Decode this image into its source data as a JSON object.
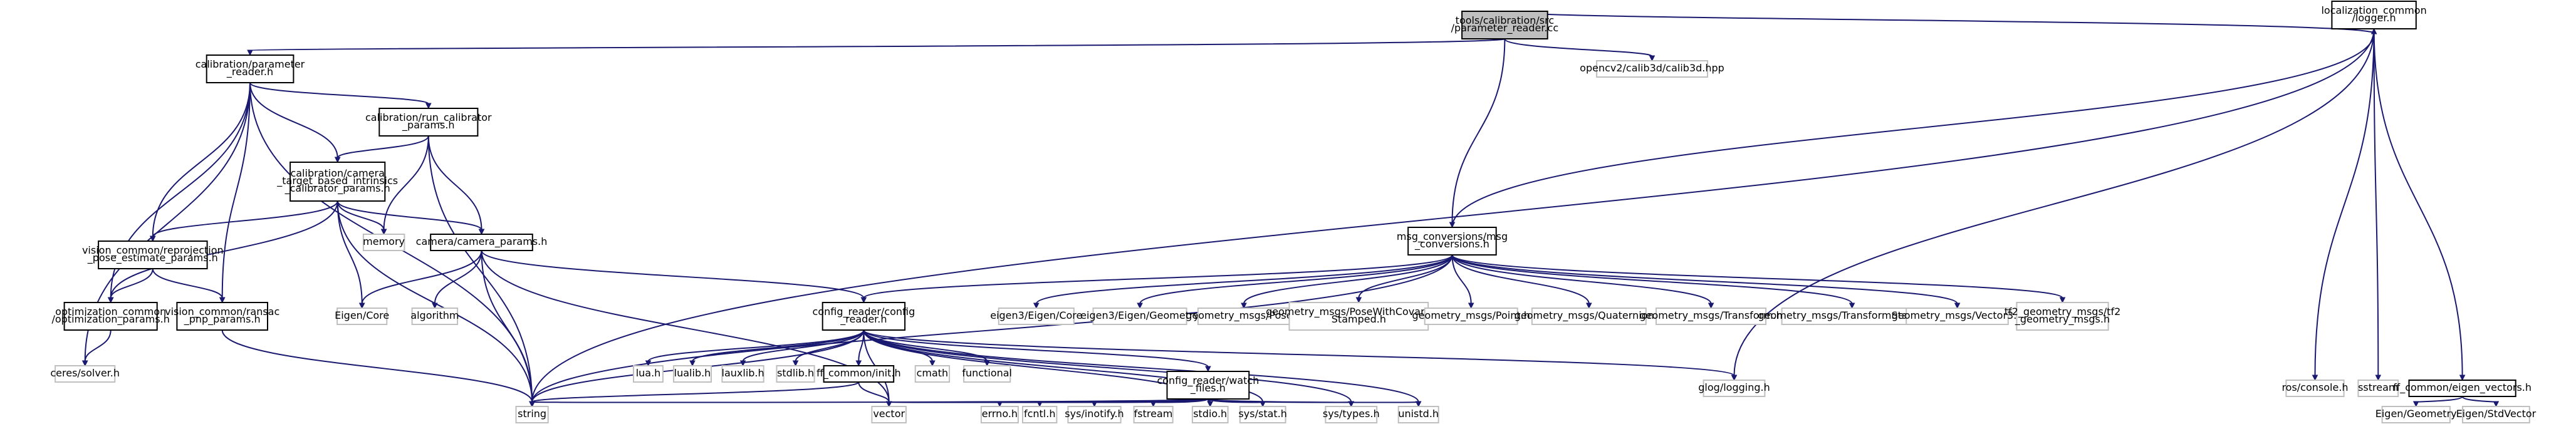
{
  "graph": {
    "root": "root",
    "nodes": [
      {
        "id": "root",
        "lines": [
          "tools/calibration/src",
          "/parameter_reader.cc"
        ],
        "kind": "root"
      },
      {
        "id": "param_reader",
        "lines": [
          "calibration/parameter",
          "_reader.h"
        ],
        "kind": "header"
      },
      {
        "id": "opencv",
        "lines": [
          "opencv2/calib3d/calib3d.hpp"
        ],
        "kind": "external"
      },
      {
        "id": "msg_conv",
        "lines": [
          "msg_conversions/msg",
          "_conversions.h"
        ],
        "kind": "header"
      },
      {
        "id": "loc_logger",
        "lines": [
          "localization_common",
          "/logger.h"
        ],
        "kind": "header"
      },
      {
        "id": "run_cal",
        "lines": [
          "calibration/run_calibrator",
          "_params.h"
        ],
        "kind": "header"
      },
      {
        "id": "cam_target",
        "lines": [
          "calibration/camera",
          "_target_based_intrinsics",
          "_calibrator_params.h"
        ],
        "kind": "header"
      },
      {
        "id": "memory",
        "lines": [
          "memory"
        ],
        "kind": "external"
      },
      {
        "id": "cam_params",
        "lines": [
          "camera/camera_params.h"
        ],
        "kind": "header"
      },
      {
        "id": "vc_reproj",
        "lines": [
          "vision_common/reprojection",
          "_pose_estimate_params.h"
        ],
        "kind": "header"
      },
      {
        "id": "opt_common",
        "lines": [
          "optimization_common",
          "/optimization_params.h"
        ],
        "kind": "header"
      },
      {
        "id": "vc_ransac",
        "lines": [
          "vision_common/ransac",
          "_pnp_params.h"
        ],
        "kind": "header"
      },
      {
        "id": "eigen_core",
        "lines": [
          "Eigen/Core"
        ],
        "kind": "external"
      },
      {
        "id": "algorithm",
        "lines": [
          "algorithm"
        ],
        "kind": "external"
      },
      {
        "id": "ceres",
        "lines": [
          "ceres/solver.h"
        ],
        "kind": "external"
      },
      {
        "id": "string",
        "lines": [
          "string"
        ],
        "kind": "external"
      },
      {
        "id": "config_reader",
        "lines": [
          "config_reader/config",
          "_reader.h"
        ],
        "kind": "header"
      },
      {
        "id": "eigen3_core",
        "lines": [
          "eigen3/Eigen/Core"
        ],
        "kind": "external"
      },
      {
        "id": "eigen3_geom",
        "lines": [
          "eigen3/Eigen/Geometry"
        ],
        "kind": "external"
      },
      {
        "id": "gm_pose",
        "lines": [
          "geometry_msgs/Pose.h"
        ],
        "kind": "external"
      },
      {
        "id": "gm_pwcs",
        "lines": [
          "geometry_msgs/PoseWithCovariance",
          "Stamped.h"
        ],
        "kind": "external"
      },
      {
        "id": "gm_point",
        "lines": [
          "geometry_msgs/Point.h"
        ],
        "kind": "external"
      },
      {
        "id": "gm_quat",
        "lines": [
          "geometry_msgs/Quaternion.h"
        ],
        "kind": "external"
      },
      {
        "id": "gm_transform",
        "lines": [
          "geometry_msgs/Transform.h"
        ],
        "kind": "external"
      },
      {
        "id": "gm_tstamped",
        "lines": [
          "geometry_msgs/TransformStamped.h"
        ],
        "kind": "external"
      },
      {
        "id": "gm_vector3",
        "lines": [
          "geometry_msgs/Vector3.h"
        ],
        "kind": "external"
      },
      {
        "id": "tf2",
        "lines": [
          "tf2_geometry_msgs/tf2",
          "_geometry_msgs.h"
        ],
        "kind": "external"
      },
      {
        "id": "lua",
        "lines": [
          "lua.h"
        ],
        "kind": "external"
      },
      {
        "id": "lualib",
        "lines": [
          "lualib.h"
        ],
        "kind": "external"
      },
      {
        "id": "lauxlib",
        "lines": [
          "lauxlib.h"
        ],
        "kind": "external"
      },
      {
        "id": "stdlib",
        "lines": [
          "stdlib.h"
        ],
        "kind": "external"
      },
      {
        "id": "ff_init",
        "lines": [
          "ff_common/init.h"
        ],
        "kind": "header"
      },
      {
        "id": "cmath",
        "lines": [
          "cmath"
        ],
        "kind": "external"
      },
      {
        "id": "functional",
        "lines": [
          "functional"
        ],
        "kind": "external"
      },
      {
        "id": "watch_files",
        "lines": [
          "config_reader/watch",
          "_files.h"
        ],
        "kind": "header"
      },
      {
        "id": "glog",
        "lines": [
          "glog/logging.h"
        ],
        "kind": "external"
      },
      {
        "id": "ros_console",
        "lines": [
          "ros/console.h"
        ],
        "kind": "external"
      },
      {
        "id": "sstream",
        "lines": [
          "sstream"
        ],
        "kind": "external"
      },
      {
        "id": "ff_eigen",
        "lines": [
          "ff_common/eigen_vectors.h"
        ],
        "kind": "header"
      },
      {
        "id": "vector",
        "lines": [
          "vector"
        ],
        "kind": "external"
      },
      {
        "id": "errno",
        "lines": [
          "errno.h"
        ],
        "kind": "external"
      },
      {
        "id": "fcntl",
        "lines": [
          "fcntl.h"
        ],
        "kind": "external"
      },
      {
        "id": "inotify",
        "lines": [
          "sys/inotify.h"
        ],
        "kind": "external"
      },
      {
        "id": "fstream",
        "lines": [
          "fstream"
        ],
        "kind": "external"
      },
      {
        "id": "stdio",
        "lines": [
          "stdio.h"
        ],
        "kind": "external"
      },
      {
        "id": "sys_stat",
        "lines": [
          "sys/stat.h"
        ],
        "kind": "external"
      },
      {
        "id": "sys_types",
        "lines": [
          "sys/types.h"
        ],
        "kind": "external"
      },
      {
        "id": "unistd",
        "lines": [
          "unistd.h"
        ],
        "kind": "external"
      },
      {
        "id": "eigen_geom",
        "lines": [
          "Eigen/Geometry"
        ],
        "kind": "external"
      },
      {
        "id": "eigen_stdvec",
        "lines": [
          "Eigen/StdVector"
        ],
        "kind": "external"
      }
    ],
    "edges": [
      [
        "root",
        "param_reader"
      ],
      [
        "root",
        "opencv"
      ],
      [
        "root",
        "msg_conv"
      ],
      [
        "root",
        "loc_logger"
      ],
      [
        "param_reader",
        "run_cal"
      ],
      [
        "param_reader",
        "cam_target"
      ],
      [
        "param_reader",
        "vc_reproj"
      ],
      [
        "param_reader",
        "opt_common"
      ],
      [
        "param_reader",
        "vc_ransac"
      ],
      [
        "param_reader",
        "ceres"
      ],
      [
        "param_reader",
        "string"
      ],
      [
        "run_cal",
        "cam_target"
      ],
      [
        "run_cal",
        "memory"
      ],
      [
        "run_cal",
        "cam_params"
      ],
      [
        "run_cal",
        "string"
      ],
      [
        "cam_target",
        "cam_params"
      ],
      [
        "cam_target",
        "vc_reproj"
      ],
      [
        "cam_target",
        "opt_common"
      ],
      [
        "cam_target",
        "memory"
      ],
      [
        "cam_target",
        "eigen_core"
      ],
      [
        "cam_target",
        "string"
      ],
      [
        "vc_reproj",
        "opt_common"
      ],
      [
        "vc_reproj",
        "vc_ransac"
      ],
      [
        "opt_common",
        "ceres"
      ],
      [
        "vc_ransac",
        "string"
      ],
      [
        "cam_params",
        "eigen_core"
      ],
      [
        "cam_params",
        "algorithm"
      ],
      [
        "cam_params",
        "string"
      ],
      [
        "cam_params",
        "vector"
      ],
      [
        "cam_params",
        "config_reader"
      ],
      [
        "msg_conv",
        "config_reader"
      ],
      [
        "msg_conv",
        "eigen3_core"
      ],
      [
        "msg_conv",
        "eigen3_geom"
      ],
      [
        "msg_conv",
        "gm_pose"
      ],
      [
        "msg_conv",
        "gm_pwcs"
      ],
      [
        "msg_conv",
        "gm_point"
      ],
      [
        "msg_conv",
        "gm_quat"
      ],
      [
        "msg_conv",
        "gm_transform"
      ],
      [
        "msg_conv",
        "gm_tstamped"
      ],
      [
        "msg_conv",
        "gm_vector3"
      ],
      [
        "msg_conv",
        "tf2"
      ],
      [
        "msg_conv",
        "loc_logger"
      ],
      [
        "msg_conv",
        "string"
      ],
      [
        "config_reader",
        "lua"
      ],
      [
        "config_reader",
        "lualib"
      ],
      [
        "config_reader",
        "lauxlib"
      ],
      [
        "config_reader",
        "stdlib"
      ],
      [
        "config_reader",
        "ff_init"
      ],
      [
        "config_reader",
        "cmath"
      ],
      [
        "config_reader",
        "functional"
      ],
      [
        "config_reader",
        "watch_files"
      ],
      [
        "config_reader",
        "glog"
      ],
      [
        "config_reader",
        "string"
      ],
      [
        "config_reader",
        "vector"
      ],
      [
        "config_reader",
        "stdio"
      ],
      [
        "config_reader",
        "sys_stat"
      ],
      [
        "config_reader",
        "sys_types"
      ],
      [
        "config_reader",
        "unistd"
      ],
      [
        "ff_init",
        "string"
      ],
      [
        "ff_init",
        "vector"
      ],
      [
        "watch_files",
        "string"
      ],
      [
        "watch_files",
        "vector"
      ],
      [
        "watch_files",
        "errno"
      ],
      [
        "watch_files",
        "fcntl"
      ],
      [
        "watch_files",
        "inotify"
      ],
      [
        "watch_files",
        "fstream"
      ],
      [
        "watch_files",
        "stdio"
      ],
      [
        "watch_files",
        "sys_stat"
      ],
      [
        "watch_files",
        "sys_types"
      ],
      [
        "watch_files",
        "unistd"
      ],
      [
        "loc_logger",
        "ros_console"
      ],
      [
        "loc_logger",
        "sstream"
      ],
      [
        "loc_logger",
        "ff_eigen"
      ],
      [
        "loc_logger",
        "glog"
      ],
      [
        "loc_logger",
        "string"
      ],
      [
        "ff_eigen",
        "eigen_geom"
      ],
      [
        "ff_eigen",
        "eigen_stdvec"
      ]
    ]
  },
  "colors": {
    "edge": "#191970",
    "root_fill": "#bfbfbf",
    "root_stroke": "#000000",
    "header_fill": "#ffffff",
    "header_stroke": "#000000",
    "external_fill": "#ffffff",
    "external_stroke": "#bfbfbf",
    "text": "#000000"
  }
}
